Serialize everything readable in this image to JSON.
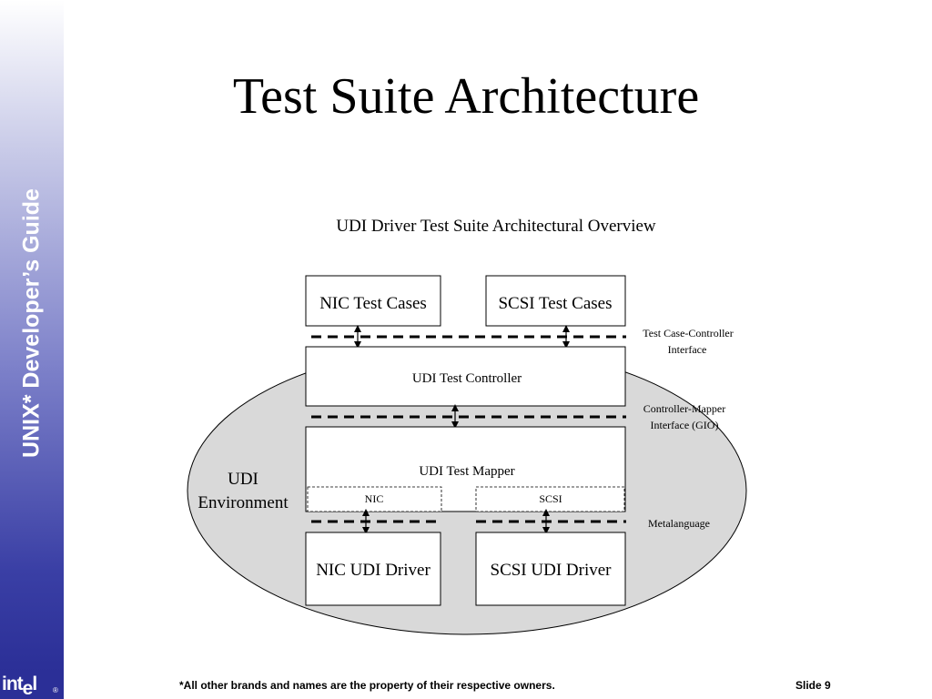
{
  "sidebar": {
    "label": "UNIX* Developer’s Guide"
  },
  "logo": {
    "text_a": "int",
    "text_e": "e",
    "text_b": "l",
    "registered": "®"
  },
  "slide": {
    "title": "Test Suite Architecture",
    "subtitle": "UDI Driver Test Suite Architectural Overview"
  },
  "diagram": {
    "environment_line1": "UDI",
    "environment_line2": "Environment",
    "nic_test_cases": "NIC Test Cases",
    "scsi_test_cases": "SCSI Test Cases",
    "test_controller": "UDI Test Controller",
    "test_mapper": "UDI Test Mapper",
    "mapper_nic": "NIC",
    "mapper_scsi": "SCSI",
    "nic_driver": "NIC UDI Driver",
    "scsi_driver": "SCSI UDI Driver",
    "interface1_line1": "Test Case-Controller",
    "interface1_line2": "Interface",
    "interface2_line1": "Controller-Mapper",
    "interface2_line2": "Interface (GIO)",
    "interface3": "Metalanguage"
  },
  "footer": {
    "note": "*All other brands and names are  the property of their respective owners.",
    "slide_number": "Slide 9"
  },
  "colors": {
    "sidebar_dark": "#2b2f97",
    "environment_fill": "#d9d9d9"
  }
}
